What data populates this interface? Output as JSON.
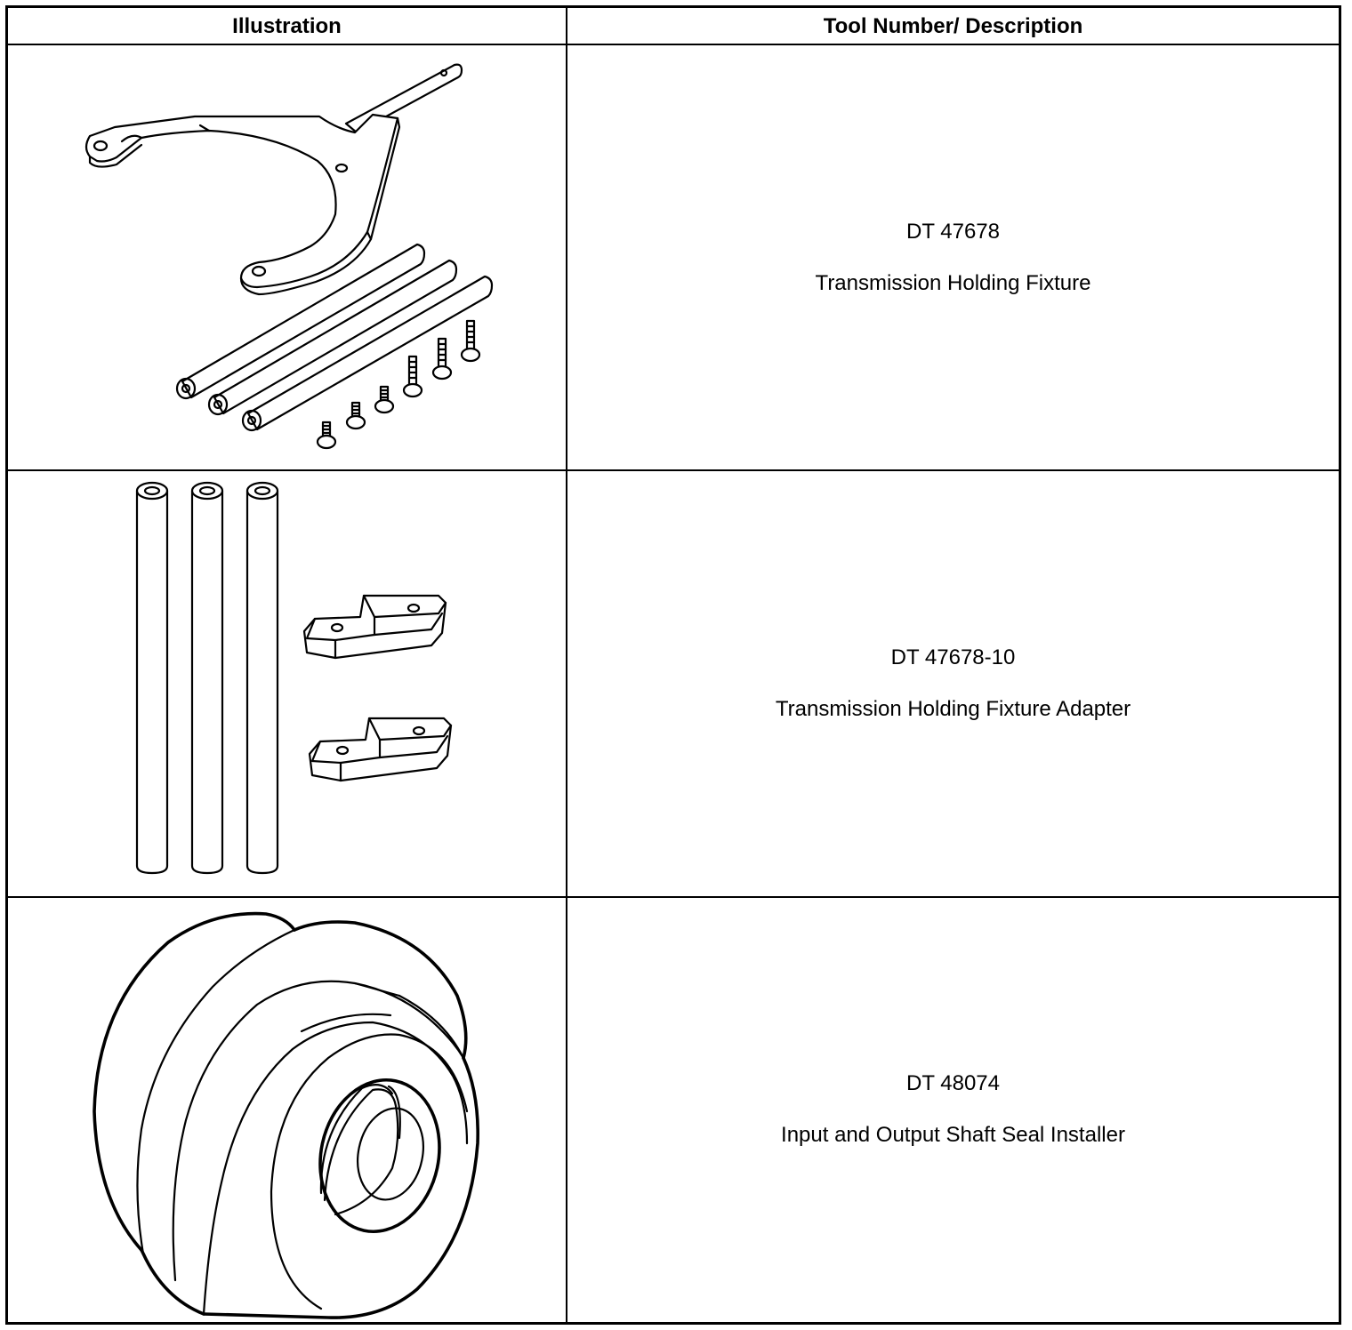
{
  "table": {
    "headers": {
      "illustration": "Illustration",
      "tool": "Tool Number/ Description"
    },
    "rows": [
      {
        "tool_number": "DT 47678",
        "description": "Transmission Holding Fixture",
        "illustration_icon": "holding-fixture-illustration"
      },
      {
        "tool_number": "DT 47678-10",
        "description": "Transmission Holding Fixture Adapter",
        "illustration_icon": "fixture-adapter-illustration"
      },
      {
        "tool_number": "DT 48074",
        "description": "Input and Output Shaft Seal Installer",
        "illustration_icon": "seal-installer-illustration"
      }
    ]
  }
}
